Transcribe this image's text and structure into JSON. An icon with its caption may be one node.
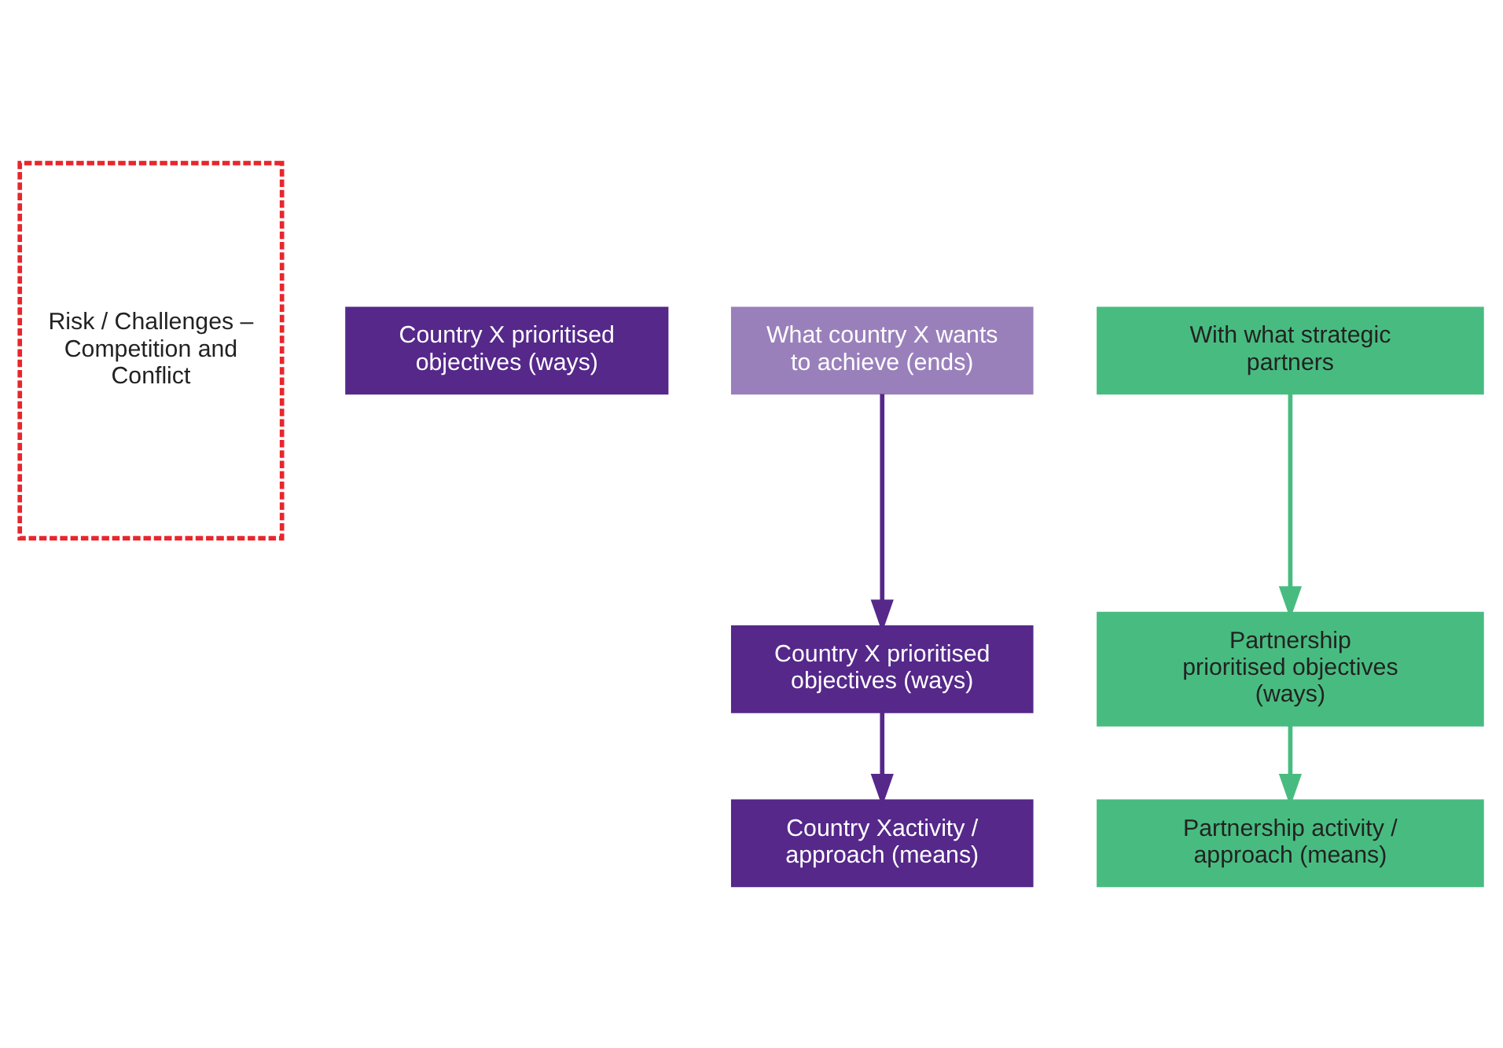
{
  "diagram": {
    "nodes": [
      {
        "text": [
          "Risk / Challenges – Competition and Conflict"
        ]
      },
      {
        "text": [
          "Country X prioritised objectives (ways)"
        ]
      },
      {
        "text": [
          "What country X wants to achieve (ends)"
        ]
      },
      {
        "text": [
          "With what strategic partners"
        ]
      },
      {
        "text": [
          "Country X prioritised objectives (ways)"
        ]
      },
      {
        "text": [
          "Partnership prioritised objectives (ways)"
        ]
      },
      {
        "text": [
          "Country Xactivity / approach (means)"
        ]
      },
      {
        "text": [
          "Partnership activity / approach (means)"
        ]
      }
    ],
    "edges": [
      {
        "from": 2,
        "to": 4,
        "arrow": "to",
        "color": "#55288a"
      },
      {
        "from": 3,
        "to": 5,
        "arrow": "to",
        "color": "#48bc80"
      },
      {
        "from": 4,
        "to": 6,
        "arrow": "to",
        "color": "#55288a"
      },
      {
        "from": 5,
        "to": 7,
        "arrow": "to",
        "color": "#48bc80"
      }
    ]
  }
}
